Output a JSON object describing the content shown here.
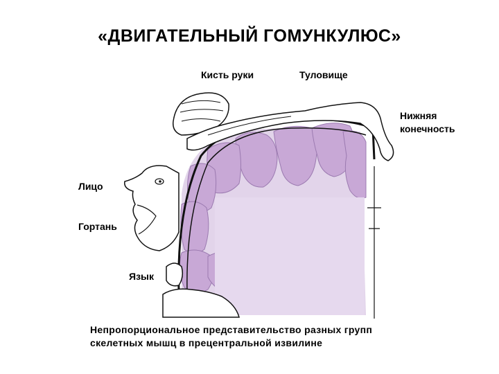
{
  "title": "«ДВИГАТЕЛЬНЫЙ ГОМУНКУЛЮС»",
  "labels": {
    "hand": "Кисть руки",
    "trunk": "Туловище",
    "leg_line1": "Нижняя",
    "leg_line2": "конечность",
    "face": "Лицо",
    "larynx": "Гортань",
    "tongue": "Язык"
  },
  "caption_line1": "Непропорциональное представительство разных групп",
  "caption_line2": "скелетных мышц в прецентральной извилине",
  "colors": {
    "cortex": "#c8a8d6",
    "white_matter": "#e2d4ea",
    "outline": "#111111"
  }
}
